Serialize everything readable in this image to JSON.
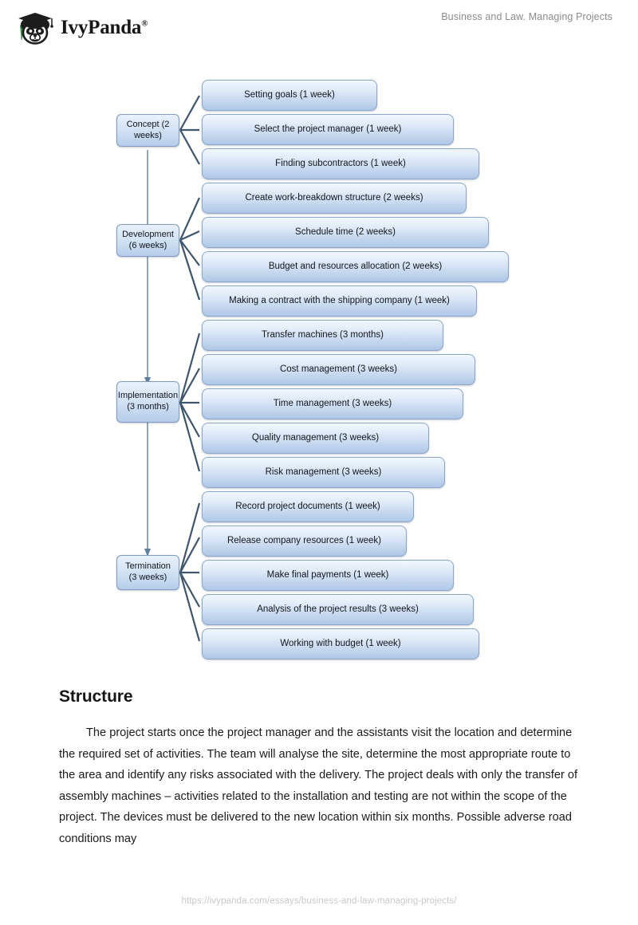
{
  "header": {
    "brand_name": "IvyPanda",
    "brand_registered_mark": "®",
    "document_title": "Business and Law. Managing Projects",
    "logo_icon": "panda-graduate-logo-icon"
  },
  "diagram": {
    "type": "flowchart",
    "phases": [
      {
        "id": "concept",
        "label": "Concept (2 weeks)",
        "tasks": [
          "Setting goals (1 week)",
          "Select the project manager (1 week)",
          "Finding subcontractors (1 week)"
        ]
      },
      {
        "id": "development",
        "label": "Development (6 weeks)",
        "tasks": [
          "Create work-breakdown structure (2 weeks)",
          "Schedule time (2 weeks)",
          "Budget and resources allocation (2 weeks)",
          "Making a contract with the shipping company (1 week)"
        ]
      },
      {
        "id": "implementation",
        "label": "Implementation (3 months)",
        "tasks": [
          "Transfer machines (3 months)",
          "Cost management (3 weeks)",
          "Time management (3 weeks)",
          "Quality management (3 weeks)",
          "Risk management (3 weeks)"
        ]
      },
      {
        "id": "termination",
        "label": "Termination (3 weeks)",
        "tasks": [
          "Record project documents (1 week)",
          "Release company resources (1 week)",
          "Make final payments (1 week)",
          "Analysis of the project results (3 weeks)",
          "Working with budget (1 week)"
        ]
      }
    ],
    "colors": {
      "node_border": "#7f9cc0",
      "node_fill_top": "#f2f7fd",
      "node_fill_bottom": "#aec7e6",
      "spine_line": "#5f7f9e",
      "branch_line": "#3f556b"
    }
  },
  "content": {
    "heading": "Structure",
    "paragraph": "The project starts once the project manager and the assistants visit the location and determine the required set of activities. The team will analyse the site, determine the most appropriate route to the area and identify any risks associated with the delivery. The project deals with only the transfer of assembly machines – activities related to the installation and testing are not within the scope of the project. The devices must be delivered to the new location within six months. Possible adverse road conditions may"
  },
  "footer": {
    "url": "https://ivypanda.com/essays/business-and-law-managing-projects/"
  }
}
